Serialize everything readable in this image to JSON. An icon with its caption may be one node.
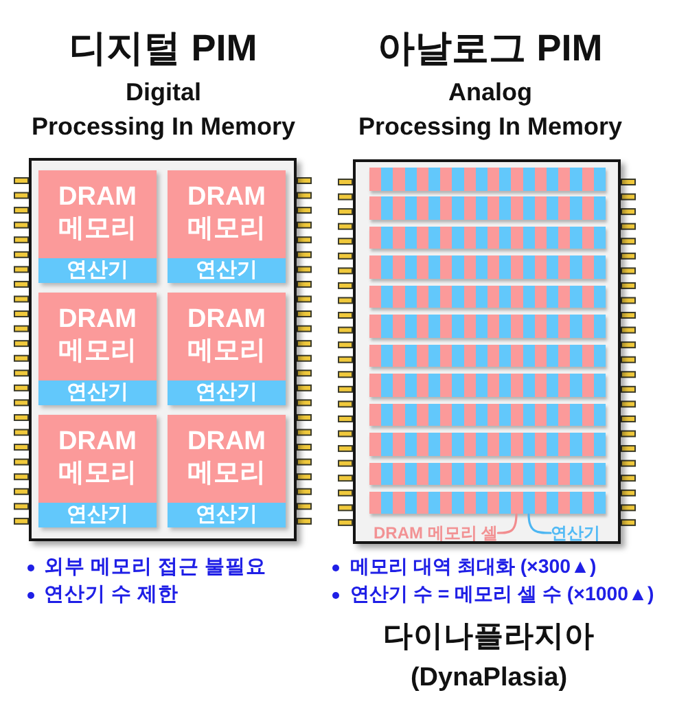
{
  "diagram": {
    "nodes": [
      {
        "text": [],
        "shape": "box"
      },
      {
        "text": [
          "DRAM 메모리"
        ],
        "in": 0
      },
      {
        "text": [
          "연산기"
        ],
        "in": 1
      },
      {
        "text": [
          "DRAM 메모리"
        ],
        "in": 0
      },
      {
        "text": [
          "연산기"
        ],
        "in": 3
      },
      {
        "text": [
          "DRAM 메모리"
        ],
        "in": 0
      },
      {
        "text": [
          "연산기"
        ],
        "in": 5
      },
      {
        "text": [
          "DRAM 메모리"
        ],
        "in": 0
      },
      {
        "text": [
          "연산기"
        ],
        "in": 7
      },
      {
        "text": [
          "DRAM 메모리"
        ],
        "in": 0
      },
      {
        "text": [
          "연산기"
        ],
        "in": 9
      },
      {
        "text": [
          "DRAM 메모리"
        ],
        "in": 0
      },
      {
        "text": [
          "연산기"
        ],
        "in": 11
      },
      {
        "text": [],
        "shape": "box"
      },
      {
        "text": [
          "DRAM 메모리 셀"
        ],
        "in": 13
      },
      {
        "text": [
          "연산기"
        ],
        "in": 13
      }
    ],
    "edges": [
      {
        "from": 14,
        "to": null,
        "arrow": "none",
        "color": "#f28c8e"
      },
      {
        "from": 15,
        "to": null,
        "arrow": "none",
        "color": "#4db6f2"
      }
    ],
    "labels": [
      "디지털 PIM",
      "아날로그 PIM",
      "Digital",
      "Analog",
      "Processing In Memory",
      "Processing In Memory",
      "외부 메모리 접근 불필요",
      "메모리 대역 최대화 (×300▲)",
      "연산기 수 제한",
      "연산기 수 = 메모리 셀 수 (×1000▲)",
      "다이나플라지아",
      "(DynaPlasia)"
    ]
  }
}
